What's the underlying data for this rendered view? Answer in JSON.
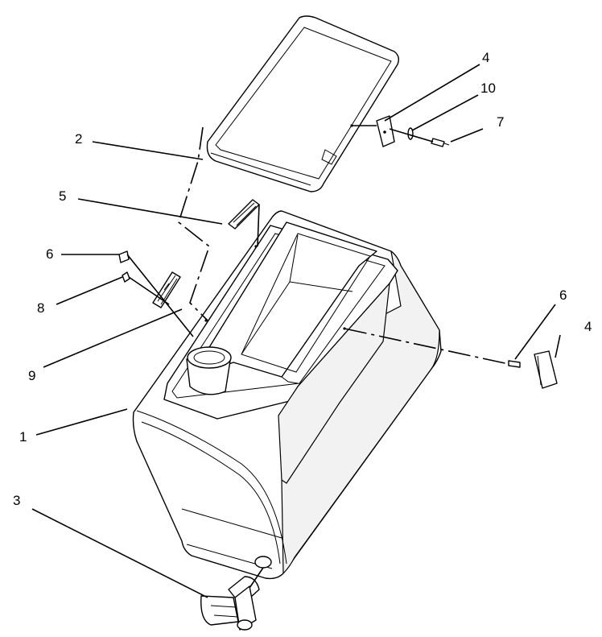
{
  "callouts": [
    {
      "id": "tank",
      "label": "1"
    },
    {
      "id": "lid",
      "label": "2"
    },
    {
      "id": "valve",
      "label": "3"
    },
    {
      "id": "latch-top",
      "label": "4"
    },
    {
      "id": "latch-right",
      "label": "4"
    },
    {
      "id": "hinge-upper",
      "label": "5"
    },
    {
      "id": "pin-left",
      "label": "6"
    },
    {
      "id": "pin-right",
      "label": "6"
    },
    {
      "id": "screw-top",
      "label": "7"
    },
    {
      "id": "pin-small",
      "label": "8"
    },
    {
      "id": "hinge-lower",
      "label": "9"
    },
    {
      "id": "washer",
      "label": "10"
    }
  ],
  "colors": {
    "line": "#000000",
    "fill": "#ffffff",
    "shade": "#f2f2f2"
  }
}
